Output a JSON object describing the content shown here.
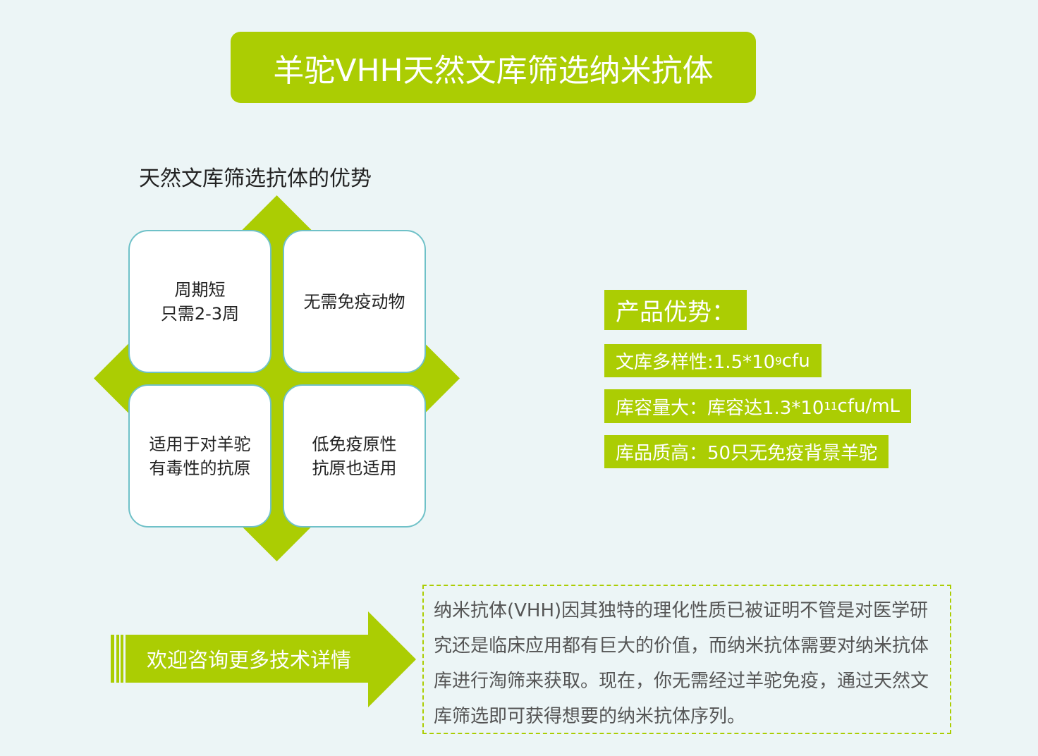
{
  "title": "羊驼VHH天然文库筛选纳米抗体",
  "advantages": {
    "heading": "天然文库筛选抗体的优势",
    "cards": [
      {
        "line1": "周期短",
        "line2": "只需2-3周"
      },
      {
        "line1": "无需免疫动物",
        "line2": ""
      },
      {
        "line1": "适用于对羊驼",
        "line2": "有毒性的抗原"
      },
      {
        "line1": "低免疫原性",
        "line2": "抗原也适用"
      }
    ]
  },
  "product": {
    "heading": "产品优势：",
    "items": [
      {
        "prefix": "文库多样性:1.5*10",
        "sup": "9",
        "suffix": "cfu"
      },
      {
        "prefix": "库容量大：库容达1.3*10",
        "sup": "11",
        "suffix": "cfu/mL"
      },
      {
        "prefix": "库品质高：50只无免疫背景羊驼",
        "sup": "",
        "suffix": ""
      }
    ]
  },
  "cta": {
    "label": "欢迎咨询更多技术详情"
  },
  "description": "纳米抗体(VHH)因其独特的理化性质已被证明不管是对医学研究还是临床应用都有巨大的价值，而纳米抗体需要对纳米抗体库进行淘筛来获取。现在，你无需经过羊驼免疫，通过天然文库筛选即可获得想要的纳米抗体序列。",
  "colors": {
    "accent": "#abcd03",
    "border": "#6fc1c8",
    "background": "#ecf5f6"
  }
}
